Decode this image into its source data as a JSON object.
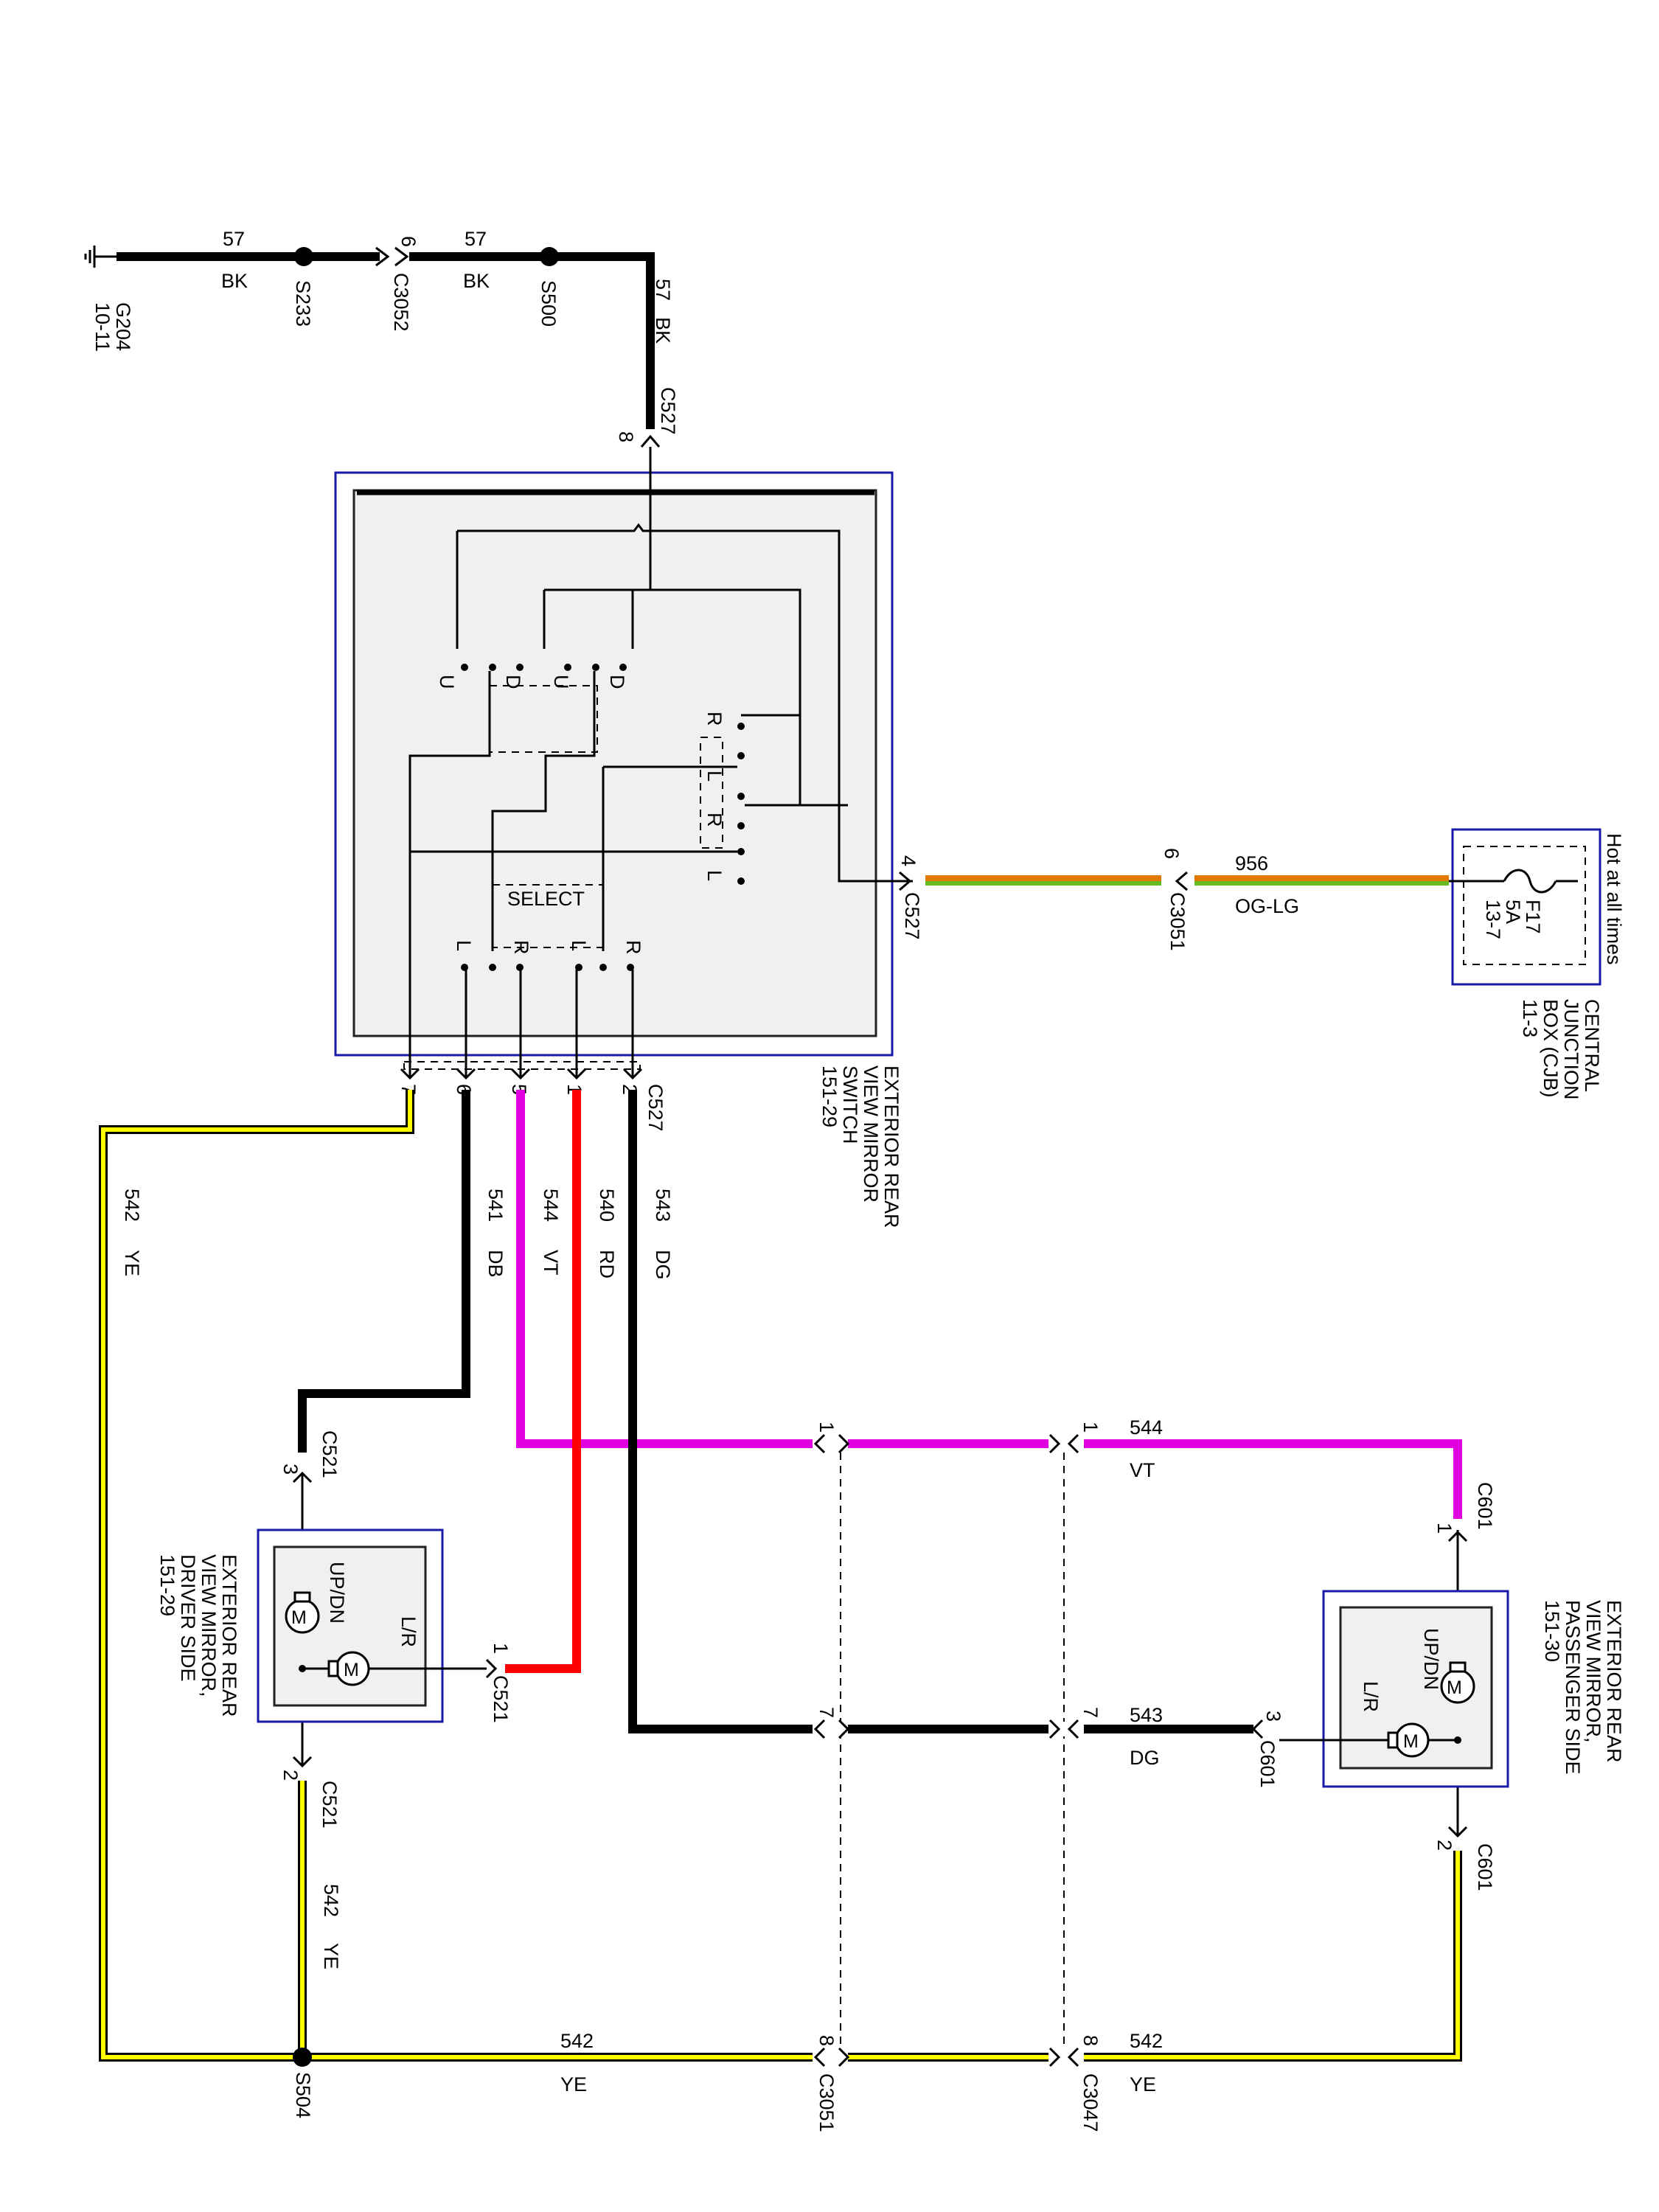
{
  "ground": {
    "id": "G204",
    "ref": "10-11"
  },
  "splices": {
    "s233": "S233",
    "s500": "S500",
    "s504": "S504"
  },
  "connectors": {
    "c3052": "C3052",
    "c3052_pin": "6",
    "c527": "C527",
    "c527_pin_top": "8",
    "c527_pin_right": "4",
    "c527_pins_bottom": [
      "7",
      "6",
      "5",
      "1",
      "2"
    ],
    "c3051": "C3051",
    "c3051_pin_top": "6",
    "c3051_pin_1": "1",
    "c3051_pin_7": "7",
    "c3051_pin_8": "8",
    "c3047": "C3047",
    "c3047_pin_1": "1",
    "c3047_pin_7": "7",
    "c3047_pin_8": "8",
    "c521": "C521",
    "c521_pins": [
      "3",
      "1",
      "2"
    ],
    "c601": "C601",
    "c601_pins": [
      "1",
      "3",
      "2"
    ]
  },
  "wires": {
    "w57": "57",
    "bk": "BK",
    "w956": "956",
    "oglg": "OG-LG",
    "w541": "541",
    "db": "DB",
    "w544": "544",
    "vt": "VT",
    "w540": "540",
    "rd": "RD",
    "w543": "543",
    "dg": "DG",
    "w542": "542",
    "ye": "YE"
  },
  "fuse": {
    "name": "F17",
    "rating": "5A",
    "ref": "13-7"
  },
  "cjb": {
    "hot": "Hot at all times",
    "title": [
      "CENTRAL",
      "JUNCTION",
      "BOX (CJB)",
      "11-3"
    ]
  },
  "switch_box": {
    "title": [
      "EXTERIOR REAR",
      "VIEW MIRROR",
      "SWITCH",
      "151-29"
    ],
    "select": "SELECT",
    "letters": {
      "u": "U",
      "d": "D",
      "r": "R",
      "l": "L"
    }
  },
  "driver_mirror": {
    "title": [
      "EXTERIOR REAR",
      "VIEW MIRROR,",
      "DRIVER SIDE",
      "151-29"
    ],
    "updn": "UP/DN",
    "lr": "L/R",
    "motor": "M"
  },
  "passenger_mirror": {
    "title": [
      "EXTERIOR REAR",
      "VIEW MIRROR,",
      "PASSENGER SIDE",
      "151-30"
    ],
    "updn": "UP/DN",
    "lr": "L/R",
    "motor": "M"
  },
  "colors": {
    "black": "#000000",
    "yellow": "#ffff00",
    "violet": "#e000e0",
    "red": "#ff0000",
    "orange": "#e07a00",
    "light_green": "#66bb22"
  }
}
